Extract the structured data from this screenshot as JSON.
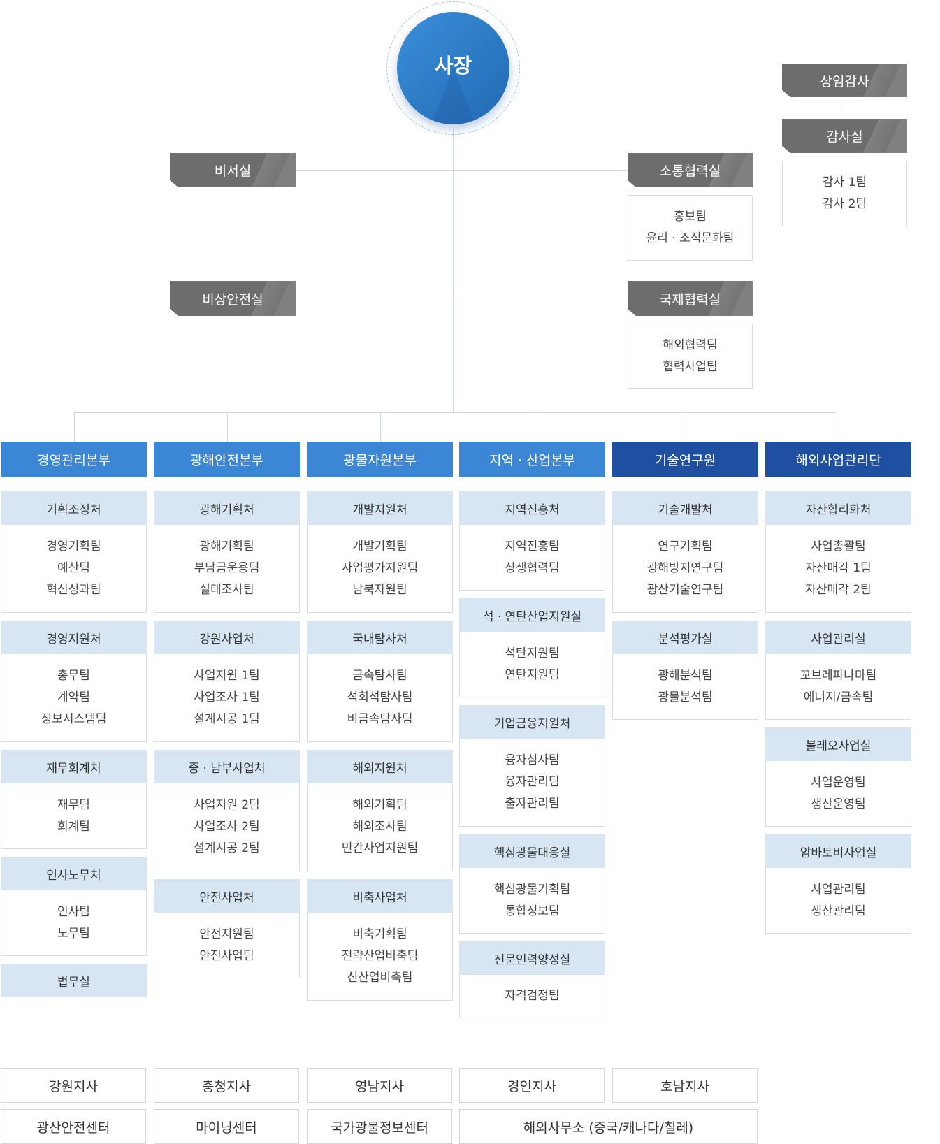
{
  "ceo": "사장",
  "audit": {
    "auditor": "상임감사",
    "office": "감사실",
    "teams": [
      "감사 1팀",
      "감사 2팀"
    ]
  },
  "staff": {
    "secretary": "비서실",
    "emergency": "비상안전실",
    "communication": {
      "label": "소통협력실",
      "teams": [
        "홍보팀",
        "윤리 · 조직문화팀"
      ]
    },
    "international": {
      "label": "국제협력실",
      "teams": [
        "해외협력팀",
        "협력사업팀"
      ]
    }
  },
  "divisions": [
    {
      "label": "경영관리본부",
      "color": "#3b86d5",
      "departments": [
        {
          "label": "기획조정처",
          "teams": [
            "경영기획팀",
            "예산팀",
            "혁신성과팀"
          ]
        },
        {
          "label": "경영지원처",
          "teams": [
            "총무팀",
            "계약팀",
            "정보시스템팀"
          ]
        },
        {
          "label": "재무회계처",
          "teams": [
            "재무팀",
            "회계팀"
          ]
        },
        {
          "label": "인사노무처",
          "teams": [
            "인사팀",
            "노무팀"
          ]
        },
        {
          "label": "법무실",
          "teams": []
        }
      ]
    },
    {
      "label": "광해안전본부",
      "color": "#3b86d5",
      "departments": [
        {
          "label": "광해기획처",
          "teams": [
            "광해기획팀",
            "부담금운용팀",
            "실태조사팀"
          ]
        },
        {
          "label": "강원사업처",
          "teams": [
            "사업지원 1팀",
            "사업조사 1팀",
            "설계시공 1팀"
          ]
        },
        {
          "label": "중 · 남부사업처",
          "teams": [
            "사업지원 2팀",
            "사업조사 2팀",
            "설계시공 2팀"
          ]
        },
        {
          "label": "안전사업처",
          "teams": [
            "안전지원팀",
            "안전사업팀"
          ]
        }
      ]
    },
    {
      "label": "광물자원본부",
      "color": "#3b86d5",
      "departments": [
        {
          "label": "개발지원처",
          "teams": [
            "개발기획팀",
            "사업평가지원팀",
            "남북자원팀"
          ]
        },
        {
          "label": "국내탐사처",
          "teams": [
            "금속탐사팀",
            "석회석탐사팀",
            "비금속탐사팀"
          ]
        },
        {
          "label": "해외지원처",
          "teams": [
            "해외기획팀",
            "해외조사팀",
            "민간사업지원팀"
          ]
        },
        {
          "label": "비축사업처",
          "teams": [
            "비축기획팀",
            "전략산업비축팀",
            "신산업비축팀"
          ]
        }
      ]
    },
    {
      "label": "지역 · 산업본부",
      "color": "#3b86d5",
      "departments": [
        {
          "label": "지역진흥처",
          "teams": [
            "지역진흥팀",
            "상생협력팀"
          ]
        },
        {
          "label": "석 · 연탄산업지원실",
          "teams": [
            "석탄지원팀",
            "연탄지원팀"
          ]
        },
        {
          "label": "기업금융지원처",
          "teams": [
            "융자심사팀",
            "융자관리팀",
            "출자관리팀"
          ]
        },
        {
          "label": "핵심광물대응실",
          "teams": [
            "핵심광물기획팀",
            "통합정보팀"
          ]
        },
        {
          "label": "전문인력양성실",
          "teams": [
            "자격검정팀"
          ]
        }
      ]
    },
    {
      "label": "기술연구원",
      "color": "#1f4fa0",
      "departments": [
        {
          "label": "기술개발처",
          "teams": [
            "연구기획팀",
            "광해방지연구팀",
            "광산기술연구팀"
          ]
        },
        {
          "label": "분석평가실",
          "teams": [
            "광해분석팀",
            "광물분석팀"
          ]
        }
      ]
    },
    {
      "label": "해외사업관리단",
      "color": "#1f4fa0",
      "departments": [
        {
          "label": "자산합리화처",
          "teams": [
            "사업총괄팀",
            "자산매각 1팀",
            "자산매각 2팀"
          ]
        },
        {
          "label": "사업관리실",
          "teams": [
            "꼬브레파나마팀",
            "에너지/금속팀"
          ]
        },
        {
          "label": "볼레오사업실",
          "teams": [
            "사업운영팀",
            "생산운영팀"
          ]
        },
        {
          "label": "암바토비사업실",
          "teams": [
            "사업관리팀",
            "생산관리팀"
          ]
        }
      ]
    }
  ],
  "branches": {
    "row1": [
      "강원지사",
      "충청지사",
      "영남지사",
      "경인지사",
      "호남지사"
    ],
    "row2": [
      "광산안전센터",
      "마이닝센터",
      "국가광물정보센터",
      "해외사무소 (중국/캐나다/칠레)"
    ]
  }
}
